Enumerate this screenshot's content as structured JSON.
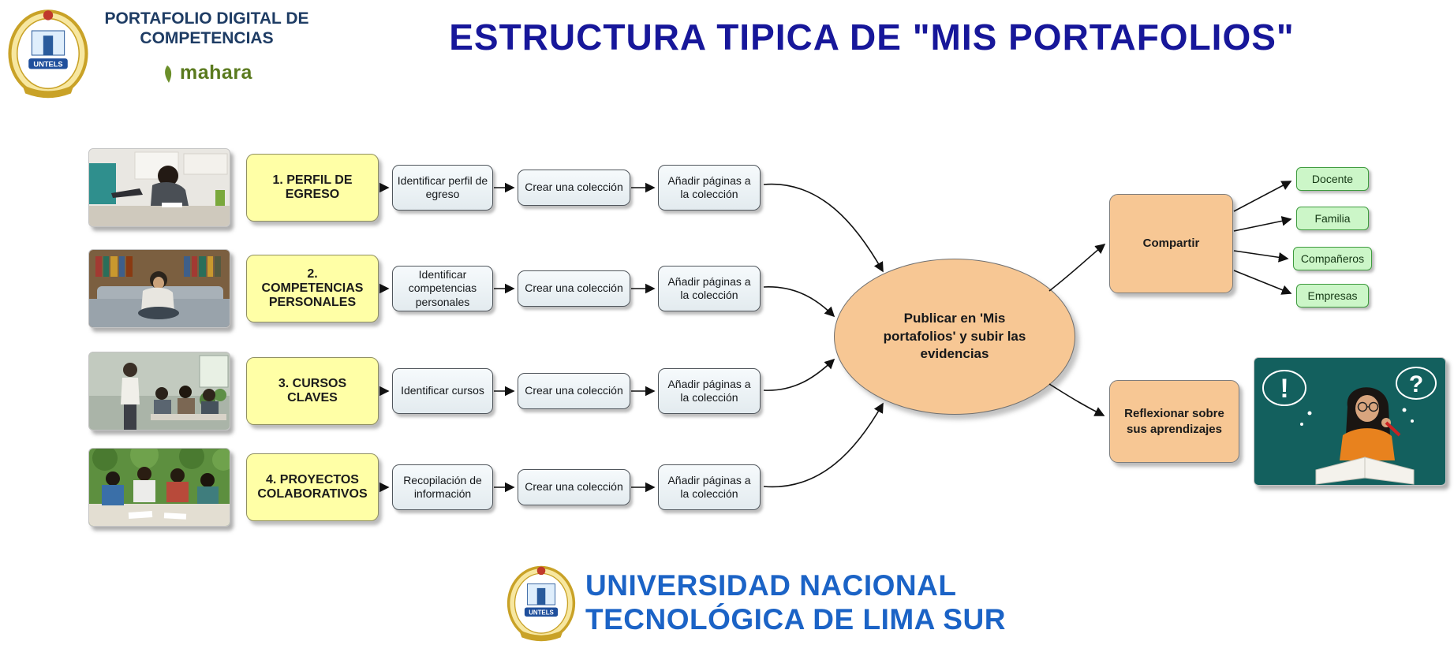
{
  "header": {
    "program_title": "PORTAFOLIO DIGITAL DE COMPETENCIAS",
    "mahara_label": "mahara",
    "crest_label": "UNTELS",
    "title": "ESTRUCTURA TIPICA DE \"MIS PORTAFOLIOS\""
  },
  "rows": [
    {
      "label": "1. PERFIL DE EGRESO",
      "photo": "student-studying-at-desk",
      "steps": [
        "Identificar perfil de egreso",
        "Crear una colección",
        "Añadir páginas a la colección"
      ]
    },
    {
      "label": "2. COMPETENCIAS PERSONALES",
      "photo": "person-sitting-on-couch",
      "steps": [
        "Identificar competencias personales",
        "Crear una colección",
        "Añadir páginas a la colección"
      ]
    },
    {
      "label": "3. CURSOS CLAVES",
      "photo": "teacher-in-classroom",
      "steps": [
        "Identificar cursos",
        "Crear una colección",
        "Añadir páginas a la colección"
      ]
    },
    {
      "label": "4. PROYECTOS COLABORATIVOS",
      "photo": "students-collaborating",
      "steps": [
        "Recopilación de información",
        "Crear una colección",
        "Añadir páginas a la colección"
      ]
    }
  ],
  "center": {
    "publish_label": "Publicar en 'Mis portafolios' y subir las evidencias"
  },
  "right": {
    "share_label": "Compartir",
    "audiences": [
      "Docente",
      "Familia",
      "Compañeros",
      "Empresas"
    ],
    "reflect_label": "Reflexionar sobre sus aprendizajes",
    "photo": "thinking-woman-with-books",
    "doodle_exclaim": "!",
    "doodle_question": "?"
  },
  "footer": {
    "university_line1": "UNIVERSIDAD NACIONAL",
    "university_line2": "TECNOLÓGICA DE LIMA SUR",
    "crest_label": "UNTELS"
  },
  "colors": {
    "title_navy": "#17179a",
    "topic_yellow": "#ffffa6",
    "step_gray": "#e9f0f3",
    "accent_orange": "#f7c794",
    "audience_green": "#ccf6c8",
    "university_blue": "#1b63c6",
    "mahara_green": "#5a7a1e"
  }
}
